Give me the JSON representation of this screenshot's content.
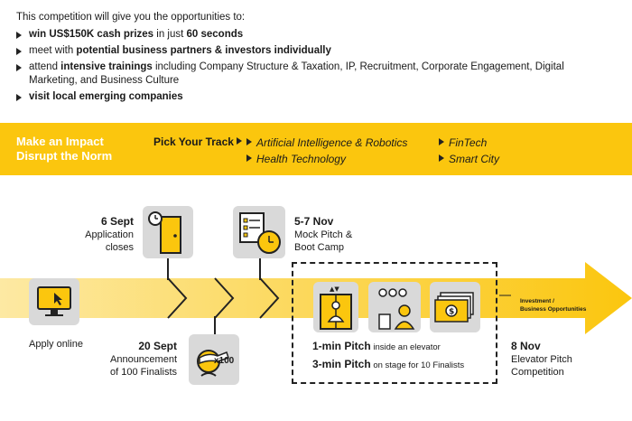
{
  "intro": {
    "lead": "This competition will give you the opportunities to:",
    "bullets": [
      {
        "pre": "",
        "bold": "win US$150K cash prizes",
        "mid": " in just ",
        "bold2": "60 seconds",
        "post": ""
      },
      {
        "pre": "meet with ",
        "bold": "potential business partners & investors individually",
        "mid": "",
        "bold2": "",
        "post": ""
      },
      {
        "pre": "attend ",
        "bold": "intensive trainings",
        "mid": " including Company Structure & Taxation, IP, Recruitment, Corporate Engagement, Digital Marketing, and Business Culture",
        "bold2": "",
        "post": ""
      },
      {
        "pre": "",
        "bold": "visit local emerging companies",
        "mid": "",
        "bold2": "",
        "post": ""
      }
    ]
  },
  "band": {
    "slogan_line1": "Make an Impact",
    "slogan_line2": "Disrupt the Norm",
    "pick_label": "Pick Your Track",
    "tracks": [
      "Artificial Intelligence & Robotics",
      "FinTech",
      "Health Technology",
      "Smart City"
    ],
    "color": "#fbc60e"
  },
  "timeline": {
    "apply": {
      "label": "Apply online"
    },
    "close": {
      "date": "6 Sept",
      "line1": "Application",
      "line2": "closes"
    },
    "announce": {
      "date": "20 Sept",
      "line1": "Announcement",
      "line2": "of 100 Finalists",
      "badge": "x100"
    },
    "bootcamp": {
      "date": "5-7 Nov",
      "line1": "Mock Pitch &",
      "line2": "Boot Camp"
    },
    "pitch1": {
      "bold": "1-min Pitch",
      "rest": " inside an elevator"
    },
    "pitch3": {
      "bold": "3-min Pitch",
      "rest": " on stage for 10 Finalists"
    },
    "banner_line1": "Investment /",
    "banner_line2": "Business Opportunities",
    "final": {
      "date": "8 Nov",
      "line1": "Elevator Pitch",
      "line2": "Competition"
    }
  }
}
